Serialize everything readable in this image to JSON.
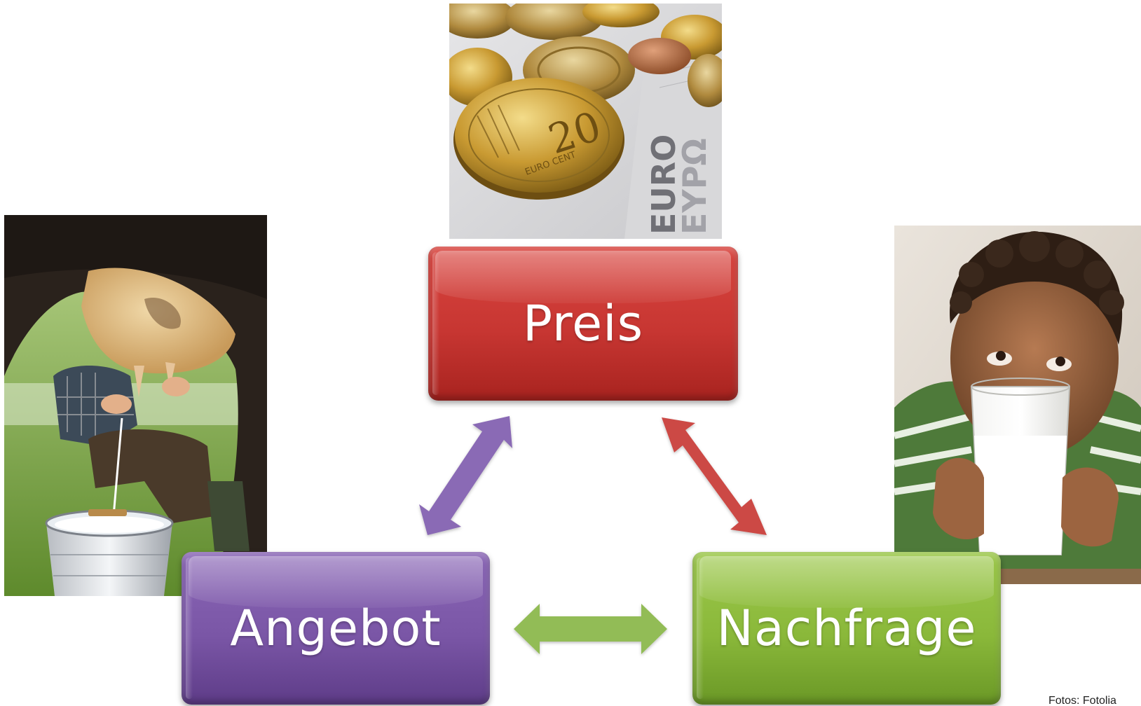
{
  "diagram": {
    "boxes": {
      "price": {
        "label": "Preis",
        "color": "#c73632"
      },
      "supply": {
        "label": "Angebot",
        "color": "#7a56a6"
      },
      "demand": {
        "label": "Nachfrage",
        "color": "#8ab83a"
      }
    },
    "arrow_colors": {
      "supply_price": "#8a6bb5",
      "price_demand": "#cc4a45",
      "supply_demand": "#92bc56"
    }
  },
  "photos": {
    "top": {
      "subject": "euro-coins-and-banknote",
      "coin_text": "20",
      "coin_subtext": "EURO CENT",
      "note_text": "EURO",
      "note_subtext": "ΕΥΡΩ"
    },
    "left": {
      "subject": "hand-milking-cow-into-bucket"
    },
    "right": {
      "subject": "child-drinking-glass-of-milk"
    }
  },
  "credit": {
    "text": "Fotos: Fotolia"
  }
}
